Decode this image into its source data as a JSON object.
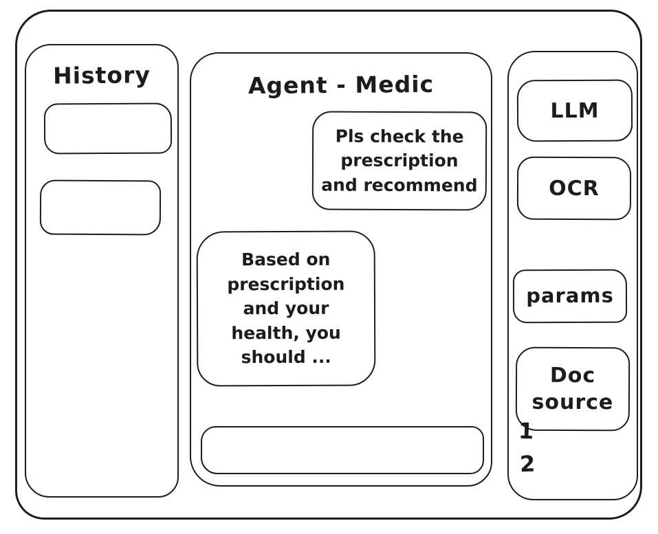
{
  "colors": {
    "ink": "#1c1c1c",
    "background": "#ffffff"
  },
  "history": {
    "title": "History",
    "items": [
      {
        "label": ""
      },
      {
        "label": ""
      }
    ]
  },
  "chat": {
    "title": "Agent - Medic",
    "messages": [
      {
        "role": "user",
        "text": "Pls check the\nprescription\nand recommend"
      },
      {
        "role": "assistant",
        "text": "Based on\nprescription\nand your\nhealth, you\nshould ..."
      }
    ],
    "input": {
      "value": "",
      "placeholder": ""
    }
  },
  "tools": {
    "llm_label": "LLM",
    "ocr_label": "OCR",
    "params_label": "params",
    "doc_source_label": "Doc source",
    "doc_source_items": [
      {
        "label": "1"
      },
      {
        "label": "2"
      }
    ]
  }
}
